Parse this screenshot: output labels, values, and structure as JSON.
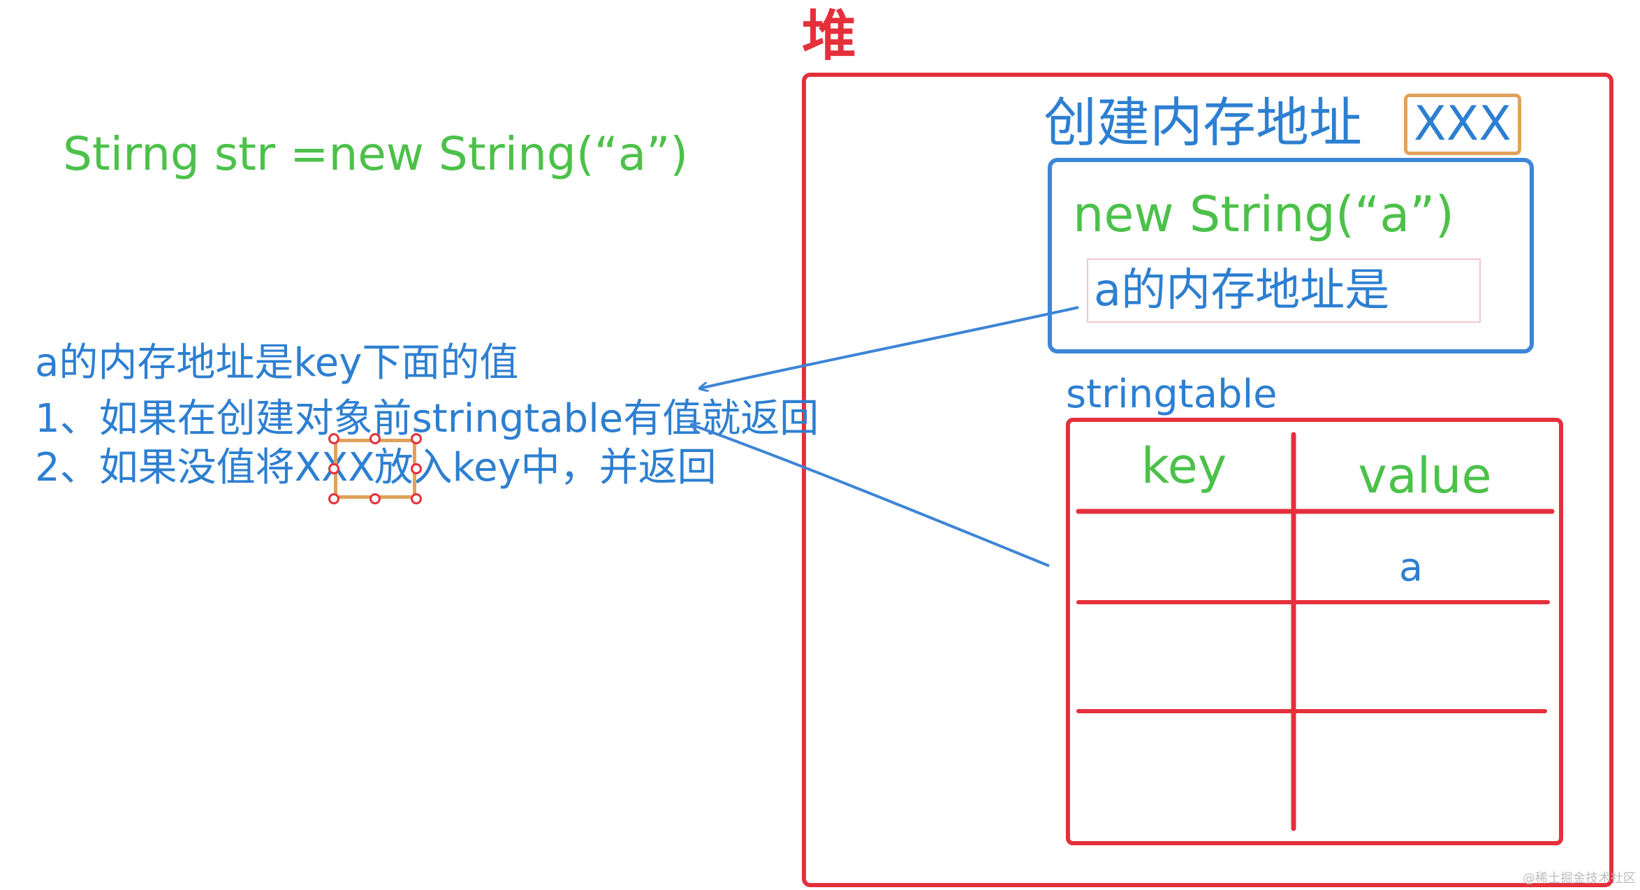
{
  "heap": {
    "title": "堆",
    "create_label": "创建内存地址",
    "address": "XXX",
    "inner_code": "new String(“a”)",
    "inner_note": "a的内存地址是"
  },
  "code_line": "Stirng str =new String(“a”)",
  "notes": {
    "line1": "a的内存地址是key下面的值",
    "line2": "1、如果在创建对象前stringtable有值就返回",
    "line3_pre": "2、如果没值将",
    "line3_addr": "XXX",
    "line3_post": "放入key中，并返回"
  },
  "stringtable": {
    "label": "stringtable",
    "headers": [
      "key",
      "value"
    ],
    "rows": [
      [
        "",
        "a"
      ],
      [
        "",
        ""
      ],
      [
        "",
        ""
      ]
    ]
  },
  "watermark": "@稀土掘金技术社区",
  "colors": {
    "red": "#e5303c",
    "blue": "#2d7fd1",
    "green": "#4cc14a",
    "orange": "#e0a25a"
  }
}
